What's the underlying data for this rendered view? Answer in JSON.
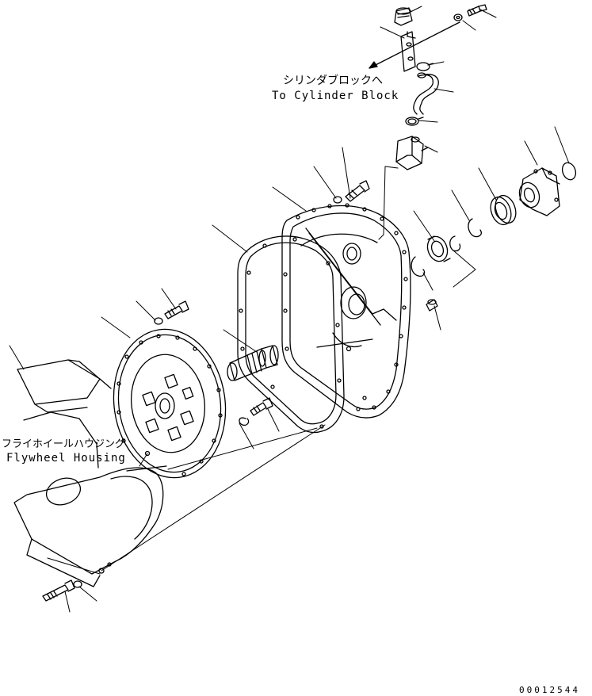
{
  "labels": {
    "cylinder_block_jp": "シリンダブロックへ",
    "cylinder_block_en": "To Cylinder Block",
    "flywheel_housing_jp": "フライホイールハウジング",
    "flywheel_housing_en": "Flywheel Housing",
    "drawing_number": "00012544"
  },
  "colors": {
    "line": "#000000",
    "background": "#ffffff"
  }
}
